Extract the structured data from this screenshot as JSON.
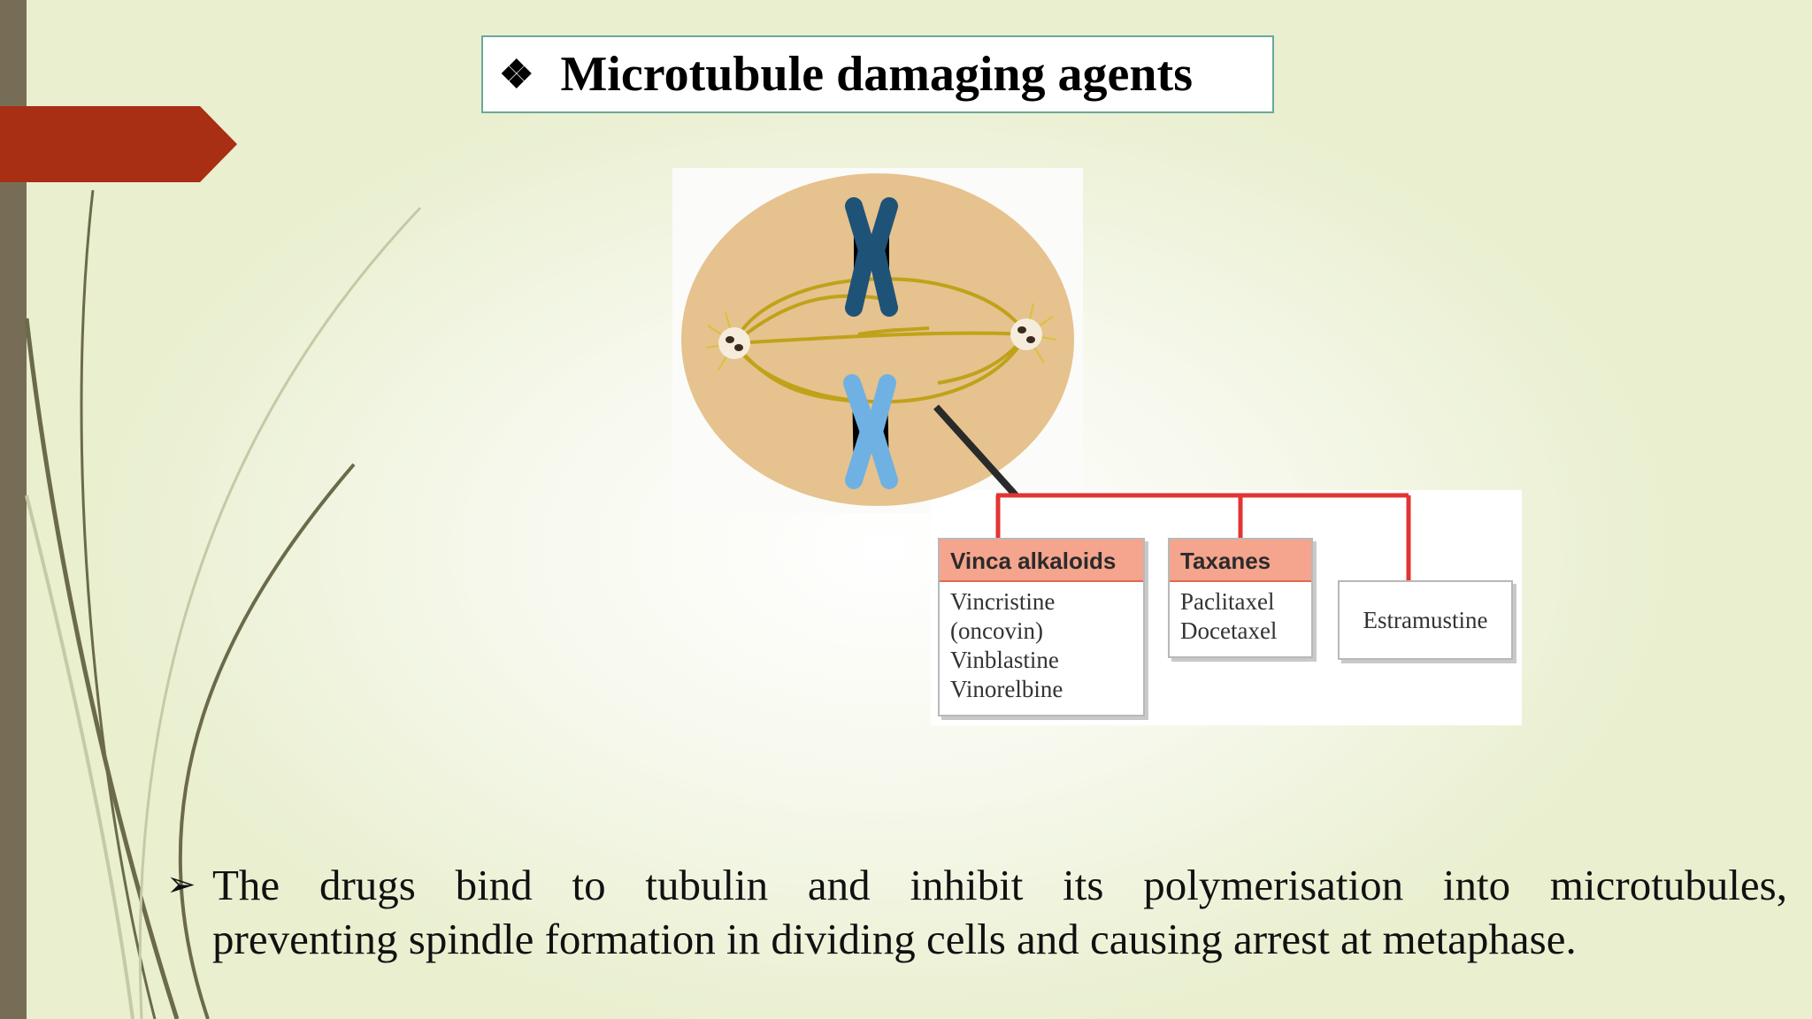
{
  "title": {
    "bullet_icon": "four-diamond-bullet-icon",
    "text": "Microtubule damaging agents"
  },
  "diagram": {
    "groups": [
      {
        "name": "Vinca alkaloids",
        "drugs": [
          "Vincristine",
          "(oncovin)",
          "Vinblastine",
          "Vinorelbine"
        ]
      },
      {
        "name": "Taxanes",
        "drugs": [
          "Paclitaxel",
          "Docetaxel"
        ]
      },
      {
        "name": "",
        "drugs": [
          "Estramustine"
        ]
      }
    ],
    "colors": {
      "cell": "#e6c28e",
      "spindle": "#c0a21a",
      "chromosome_dark": "#1f5277",
      "chromosome_light": "#6fb1e2",
      "tree_lines": "#e33434",
      "header_fill": "#f5a48e"
    }
  },
  "decor": {
    "left_bar_color": "#776d57",
    "arrow_color": "#a82e14",
    "swoosh_color": "#6b6a4a"
  },
  "body": {
    "bullet_icon": "arrowhead-bullet-icon",
    "line1": "The drugs bind to tubulin and inhibit its polymerisation into microtubules,",
    "line2": "preventing spindle formation in dividing cells and causing arrest at metaphase."
  }
}
